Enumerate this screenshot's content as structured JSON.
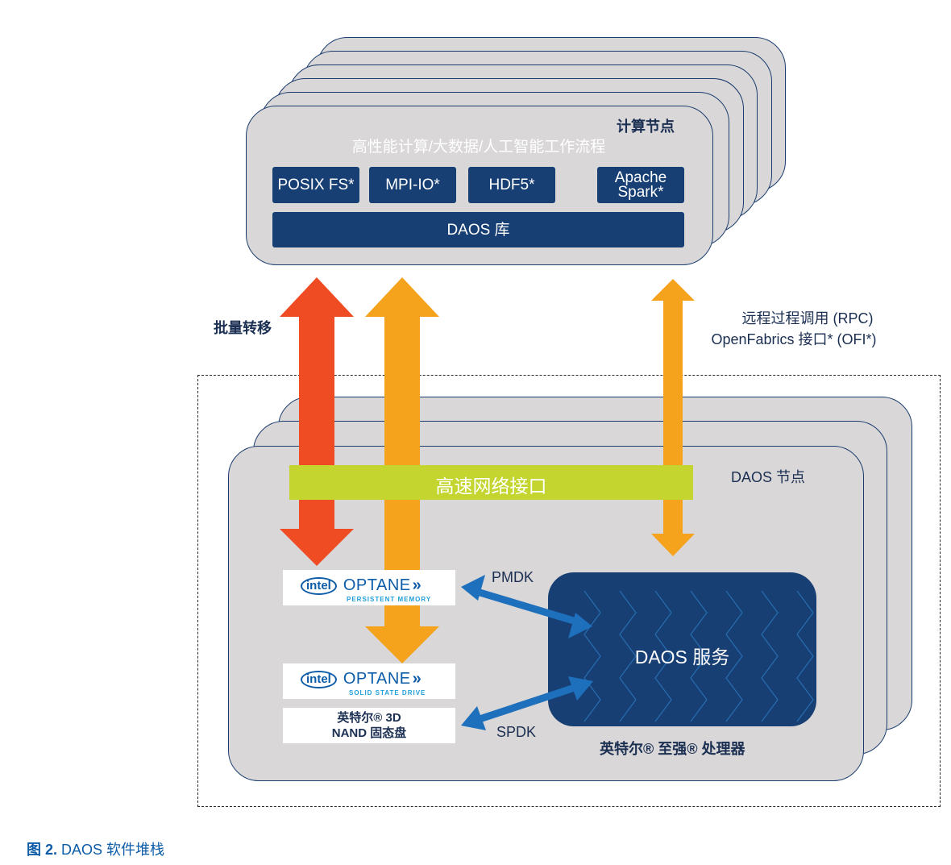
{
  "compute_node": {
    "title": "计算节点",
    "subtitle": "高性能计算/大数据/人工智能工作流程",
    "interfaces": [
      "POSIX FS*",
      "MPI-IO*",
      "HDF5*"
    ],
    "apache_line1": "Apache",
    "apache_line2": "Spark*",
    "library": "DAOS 库"
  },
  "links": {
    "bulk_transfer": "批量转移",
    "rpc_line1": "远程过程调用 (RPC)",
    "rpc_line2": "OpenFabrics 接口* (OFI*)"
  },
  "daos_node": {
    "title": "DAOS 节点",
    "network": "高速网络接口",
    "pmdk": "PMDK",
    "spdk": "SPDK",
    "service": "DAOS 服务",
    "processor": "英特尔® 至强® 处理器",
    "storage": {
      "intel_logo": "intel",
      "optane_word": "OPTANE",
      "pmem_sub": "PERSISTENT MEMORY",
      "ssd_sub": "SOLID STATE DRIVE",
      "nand_line1": "英特尔® 3D",
      "nand_line2": "NAND 固态盘"
    }
  },
  "caption": {
    "label": "图 2.",
    "text": "DAOS 软件堆栈"
  },
  "colors": {
    "navy": "#173f74",
    "red_arrow": "#ef4c23",
    "orange_arrow": "#f5a21c",
    "green_bar": "#c3d52e",
    "blue_arrow": "#1e70bd",
    "caption_blue": "#0d5ca8"
  }
}
